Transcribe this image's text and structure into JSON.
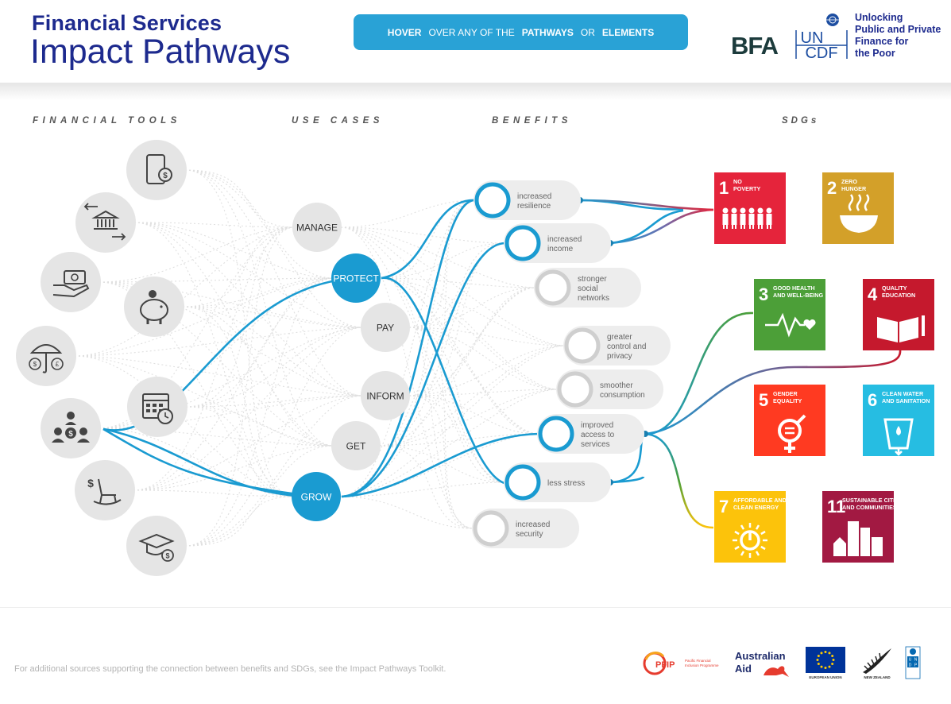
{
  "header": {
    "title_line1": "Financial Services",
    "title_line2": "Impact Pathways",
    "instruction": [
      "HOVER",
      "OVER ANY OF THE",
      "PATHWAYS",
      "OR",
      "ELEMENTS"
    ],
    "partner_logo": "BFA",
    "uncdf_letters": [
      "UN",
      "CDF"
    ],
    "uncdf_tagline": [
      "Unlocking",
      "Public and Private",
      "Finance for",
      "the Poor"
    ]
  },
  "columns": {
    "tools": "FINANCIAL TOOLS",
    "use_cases": "USE CASES",
    "benefits": "BENEFITS",
    "sdgs": "SDGs"
  },
  "financial_tools": [
    {
      "icon": "mobile-money-icon"
    },
    {
      "icon": "bank-transfer-icon"
    },
    {
      "icon": "cash-payment-icon"
    },
    {
      "icon": "piggy-bank-icon"
    },
    {
      "icon": "insurance-umbrella-icon"
    },
    {
      "icon": "calendar-credit-icon"
    },
    {
      "icon": "group-savings-icon"
    },
    {
      "icon": "pension-rocking-chair-icon"
    },
    {
      "icon": "education-loan-icon"
    }
  ],
  "use_cases": [
    {
      "label": "MANAGE",
      "active": false
    },
    {
      "label": "PROTECT",
      "active": true
    },
    {
      "label": "PAY",
      "active": false
    },
    {
      "label": "INFORM",
      "active": false
    },
    {
      "label": "GET",
      "active": false
    },
    {
      "label": "GROW",
      "active": true
    }
  ],
  "benefits": [
    {
      "label": [
        "increased",
        "resilience"
      ],
      "active": true
    },
    {
      "label": [
        "increased",
        "income"
      ],
      "active": true
    },
    {
      "label": [
        "stronger",
        "social",
        "networks"
      ],
      "active": false
    },
    {
      "label": [
        "greater",
        "control and",
        "privacy"
      ],
      "active": false
    },
    {
      "label": [
        "smoother",
        "consumption"
      ],
      "active": false
    },
    {
      "label": [
        "improved",
        "access to",
        "services"
      ],
      "active": true
    },
    {
      "label": [
        "less stress"
      ],
      "active": true
    },
    {
      "label": [
        "increased",
        "security"
      ],
      "active": false
    }
  ],
  "sdgs": [
    {
      "num": "1",
      "label": [
        "NO",
        "POVERTY"
      ],
      "color": "#e5243b"
    },
    {
      "num": "2",
      "label": [
        "ZERO",
        "HUNGER"
      ],
      "color": "#d3a029"
    },
    {
      "num": "3",
      "label": [
        "GOOD HEALTH",
        "AND WELL-BEING"
      ],
      "color": "#4c9f38"
    },
    {
      "num": "4",
      "label": [
        "QUALITY",
        "EDUCATION"
      ],
      "color": "#c5192d"
    },
    {
      "num": "5",
      "label": [
        "GENDER",
        "EQUALITY"
      ],
      "color": "#ff3a21"
    },
    {
      "num": "6",
      "label": [
        "CLEAN WATER",
        "AND SANITATION"
      ],
      "color": "#26bde2"
    },
    {
      "num": "7",
      "label": [
        "AFFORDABLE AND",
        "CLEAN ENERGY"
      ],
      "color": "#fcc30b"
    },
    {
      "num": "11",
      "label": [
        "SUSTAINABLE CITIES",
        "AND COMMUNITIES"
      ],
      "color": "#a21942"
    }
  ],
  "footer": {
    "note": "For additional sources supporting the connection between benefits and SDGs, see the Impact Pathways Toolkit.",
    "logos": {
      "pfip": "PFIP",
      "pfip_sub": [
        "Pacific Financial",
        "Inclusion Programme"
      ],
      "australian_aid": [
        "Australian",
        "Aid"
      ],
      "eu": "EUROPEAN UNION",
      "nz": "NEW ZEALAND",
      "undp": [
        "U",
        "N",
        "D",
        "P"
      ]
    }
  },
  "colors": {
    "accent": "#1a9bd1",
    "title": "#1d2a8e",
    "node_grey": "#e5e5e5"
  }
}
